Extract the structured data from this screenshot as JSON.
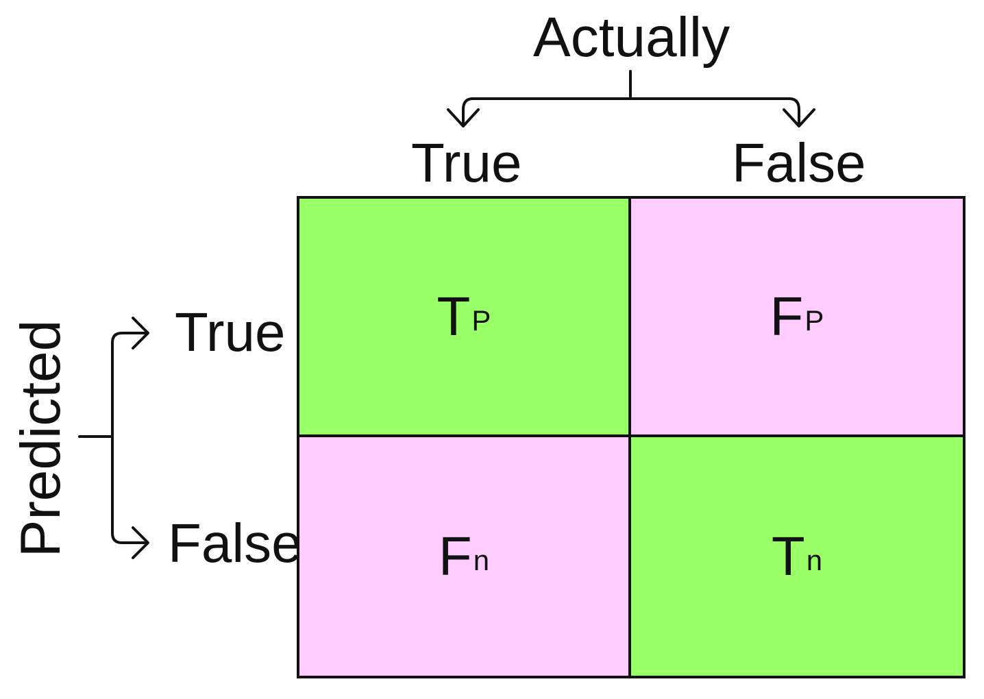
{
  "diagram": {
    "actual_title": "Actually",
    "predicted_title": "Predicted",
    "columns": [
      "True",
      "False"
    ],
    "rows": [
      "True",
      "False"
    ],
    "cells": [
      {
        "main": "T",
        "sub": "P",
        "color": "#99ff66"
      },
      {
        "main": "F",
        "sub": "P",
        "color": "#ffccff"
      },
      {
        "main": "F",
        "sub": "n",
        "color": "#ffccff"
      },
      {
        "main": "T",
        "sub": "n",
        "color": "#99ff66"
      }
    ]
  }
}
